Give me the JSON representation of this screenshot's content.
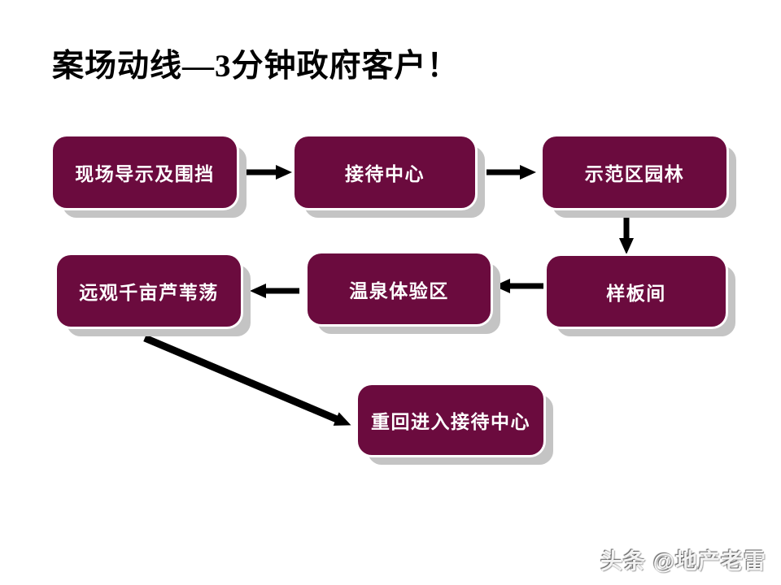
{
  "slide": {
    "title": "案场动线—3分钟政府客户！",
    "watermark": "头条 @地产老雷"
  },
  "colors": {
    "box_fill": "#6B0B3E",
    "box_text": "#FFFFFF",
    "box_shadow": "#C4C4C4",
    "arrow": "#000000",
    "title": "#000000",
    "background": "#FFFFFF"
  },
  "flow": {
    "nodes": [
      {
        "id": "site-signage",
        "label": "现场导示及围挡"
      },
      {
        "id": "reception-center",
        "label": "接待中心"
      },
      {
        "id": "demo-area-garden",
        "label": "示范区园林"
      },
      {
        "id": "show-room",
        "label": "样板间"
      },
      {
        "id": "hot-spring-zone",
        "label": "温泉体验区"
      },
      {
        "id": "reed-marsh-view",
        "label": "远观千亩芦苇荡"
      },
      {
        "id": "return-reception",
        "label": "重回进入接待中心"
      }
    ],
    "edges": [
      {
        "from": "现场导示及围挡",
        "to": "接待中心",
        "direction": "right"
      },
      {
        "from": "接待中心",
        "to": "示范区园林",
        "direction": "right"
      },
      {
        "from": "示范区园林",
        "to": "样板间",
        "direction": "down"
      },
      {
        "from": "样板间",
        "to": "温泉体验区",
        "direction": "left"
      },
      {
        "from": "温泉体验区",
        "to": "远观千亩芦苇荡",
        "direction": "left"
      },
      {
        "from": "远观千亩芦苇荡",
        "to": "重回进入接待中心",
        "direction": "down-right"
      }
    ]
  }
}
